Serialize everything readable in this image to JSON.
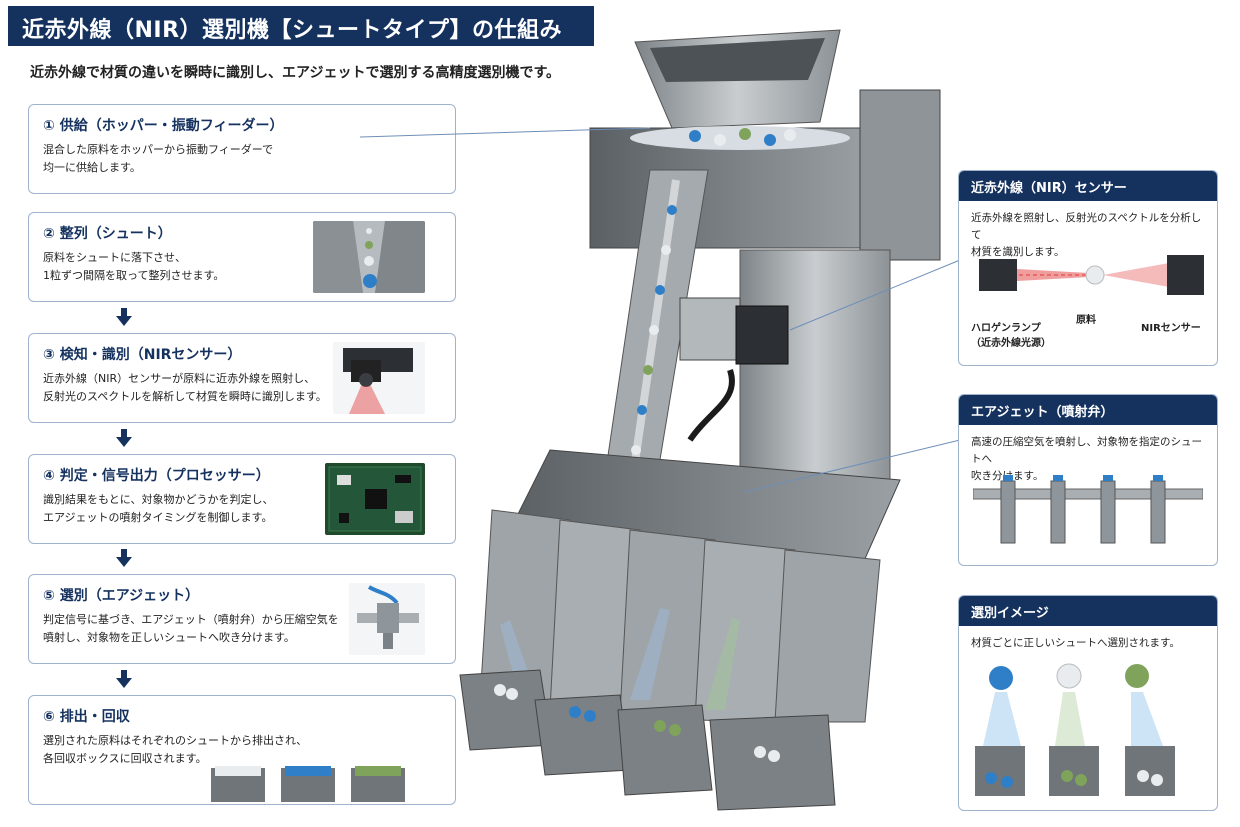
{
  "title": "近赤外線（NIR）選別機【シュートタイプ】の仕組み",
  "subtitle": "近赤外線で材質の違いを瞬時に識別し、エアジェットで選別する高精度選別機です。",
  "steps": [
    {
      "title": "① 供給（ホッパー・振動フィーダー）",
      "desc": "混合した原料をホッパーから振動フィーダーで\n均一に供給します。"
    },
    {
      "title": "② 整列（シュート）",
      "desc": "原料をシュートに落下させ、\n1粒ずつ間隔を取って整列させます。"
    },
    {
      "title": "③ 検知・識別（NIRセンサー）",
      "desc": "近赤外線（NIR）センサーが原料に近赤外線を照射し、\n反射光のスペクトルを解析して材質を瞬時に識別します。"
    },
    {
      "title": "④ 判定・信号出力（プロセッサー）",
      "desc": "識別結果をもとに、対象物かどうかを判定し、\nエアジェットの噴射タイミングを制御します。"
    },
    {
      "title": "⑤ 選別（エアジェット）",
      "desc": "判定信号に基づき、エアジェット（噴射弁）から圧縮空気を\n噴射し、対象物を正しいシュートへ吹き分けます。"
    },
    {
      "title": "⑥ 排出・回収",
      "desc": "選別された原料はそれぞれのシュートから排出され、\n各回収ボックスに回収されます。"
    }
  ],
  "nir_card": {
    "title": "近赤外線（NIR）センサー",
    "desc": "近赤外線を照射し、反射光のスペクトルを分析して\n材質を識別します。",
    "label_lamp": "ハロゲンランプ\n（近赤外線光源）",
    "label_material": "原料",
    "label_sensor": "NIRセンサー"
  },
  "airjet_card": {
    "title": "エアジェット（噴射弁）",
    "desc": "高速の圧縮空気を噴射し、対象物を指定のシュートへ\n吹き分けます。"
  },
  "sort_card": {
    "title": "選別イメージ",
    "desc": "材質ごとに正しいシュートへ選別されます。"
  },
  "colors": {
    "navy": "#15325f",
    "blue_material": "#2f7fc8",
    "white_material": "#e9ecef",
    "green_material": "#7fa35a",
    "nir_red": "#e23b3b"
  }
}
